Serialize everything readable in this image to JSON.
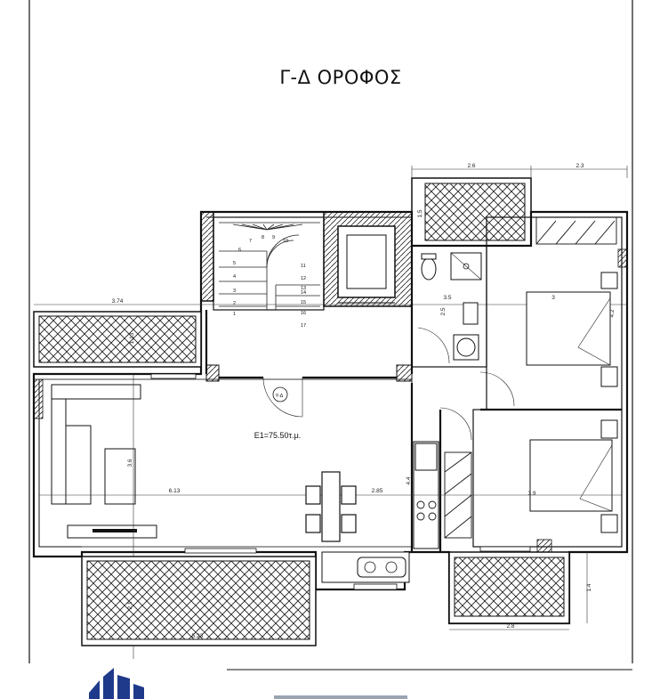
{
  "plan": {
    "title": "Γ-Δ ΟΡΟΦΟΣ",
    "area_label": "Ε1=75.50τ.μ.",
    "stair_label": "Υ-Δ",
    "dimensions": {
      "top_left": "2.6",
      "top_right": "2.3",
      "balcony_top_side": "1.5",
      "left_width": "3.74",
      "left_height": "1.13",
      "room_height_a": "2.5",
      "bath_width": "3.5",
      "bedroom1_width": "3",
      "bedroom1_height": "4.2",
      "living_height": "3.6",
      "living_width": "6.13",
      "dining_width": "2.85",
      "bedroom2_width": "3.9",
      "corridor_height": "4.4",
      "balcony_bottom_right_height": "1.4",
      "balcony_bottom_right_width": "2.8",
      "balcony_bottom_left_width": "5.23",
      "balcony_bottom_left_height": "2.1"
    },
    "stair_steps": [
      "1",
      "2",
      "3",
      "4",
      "5",
      "6",
      "7",
      "8",
      "9",
      "10",
      "11",
      "12",
      "13",
      "14",
      "15",
      "16",
      "17"
    ]
  },
  "colors": {
    "line": "#111111",
    "hatch": "#222222",
    "logo": "#1f3a8a"
  }
}
